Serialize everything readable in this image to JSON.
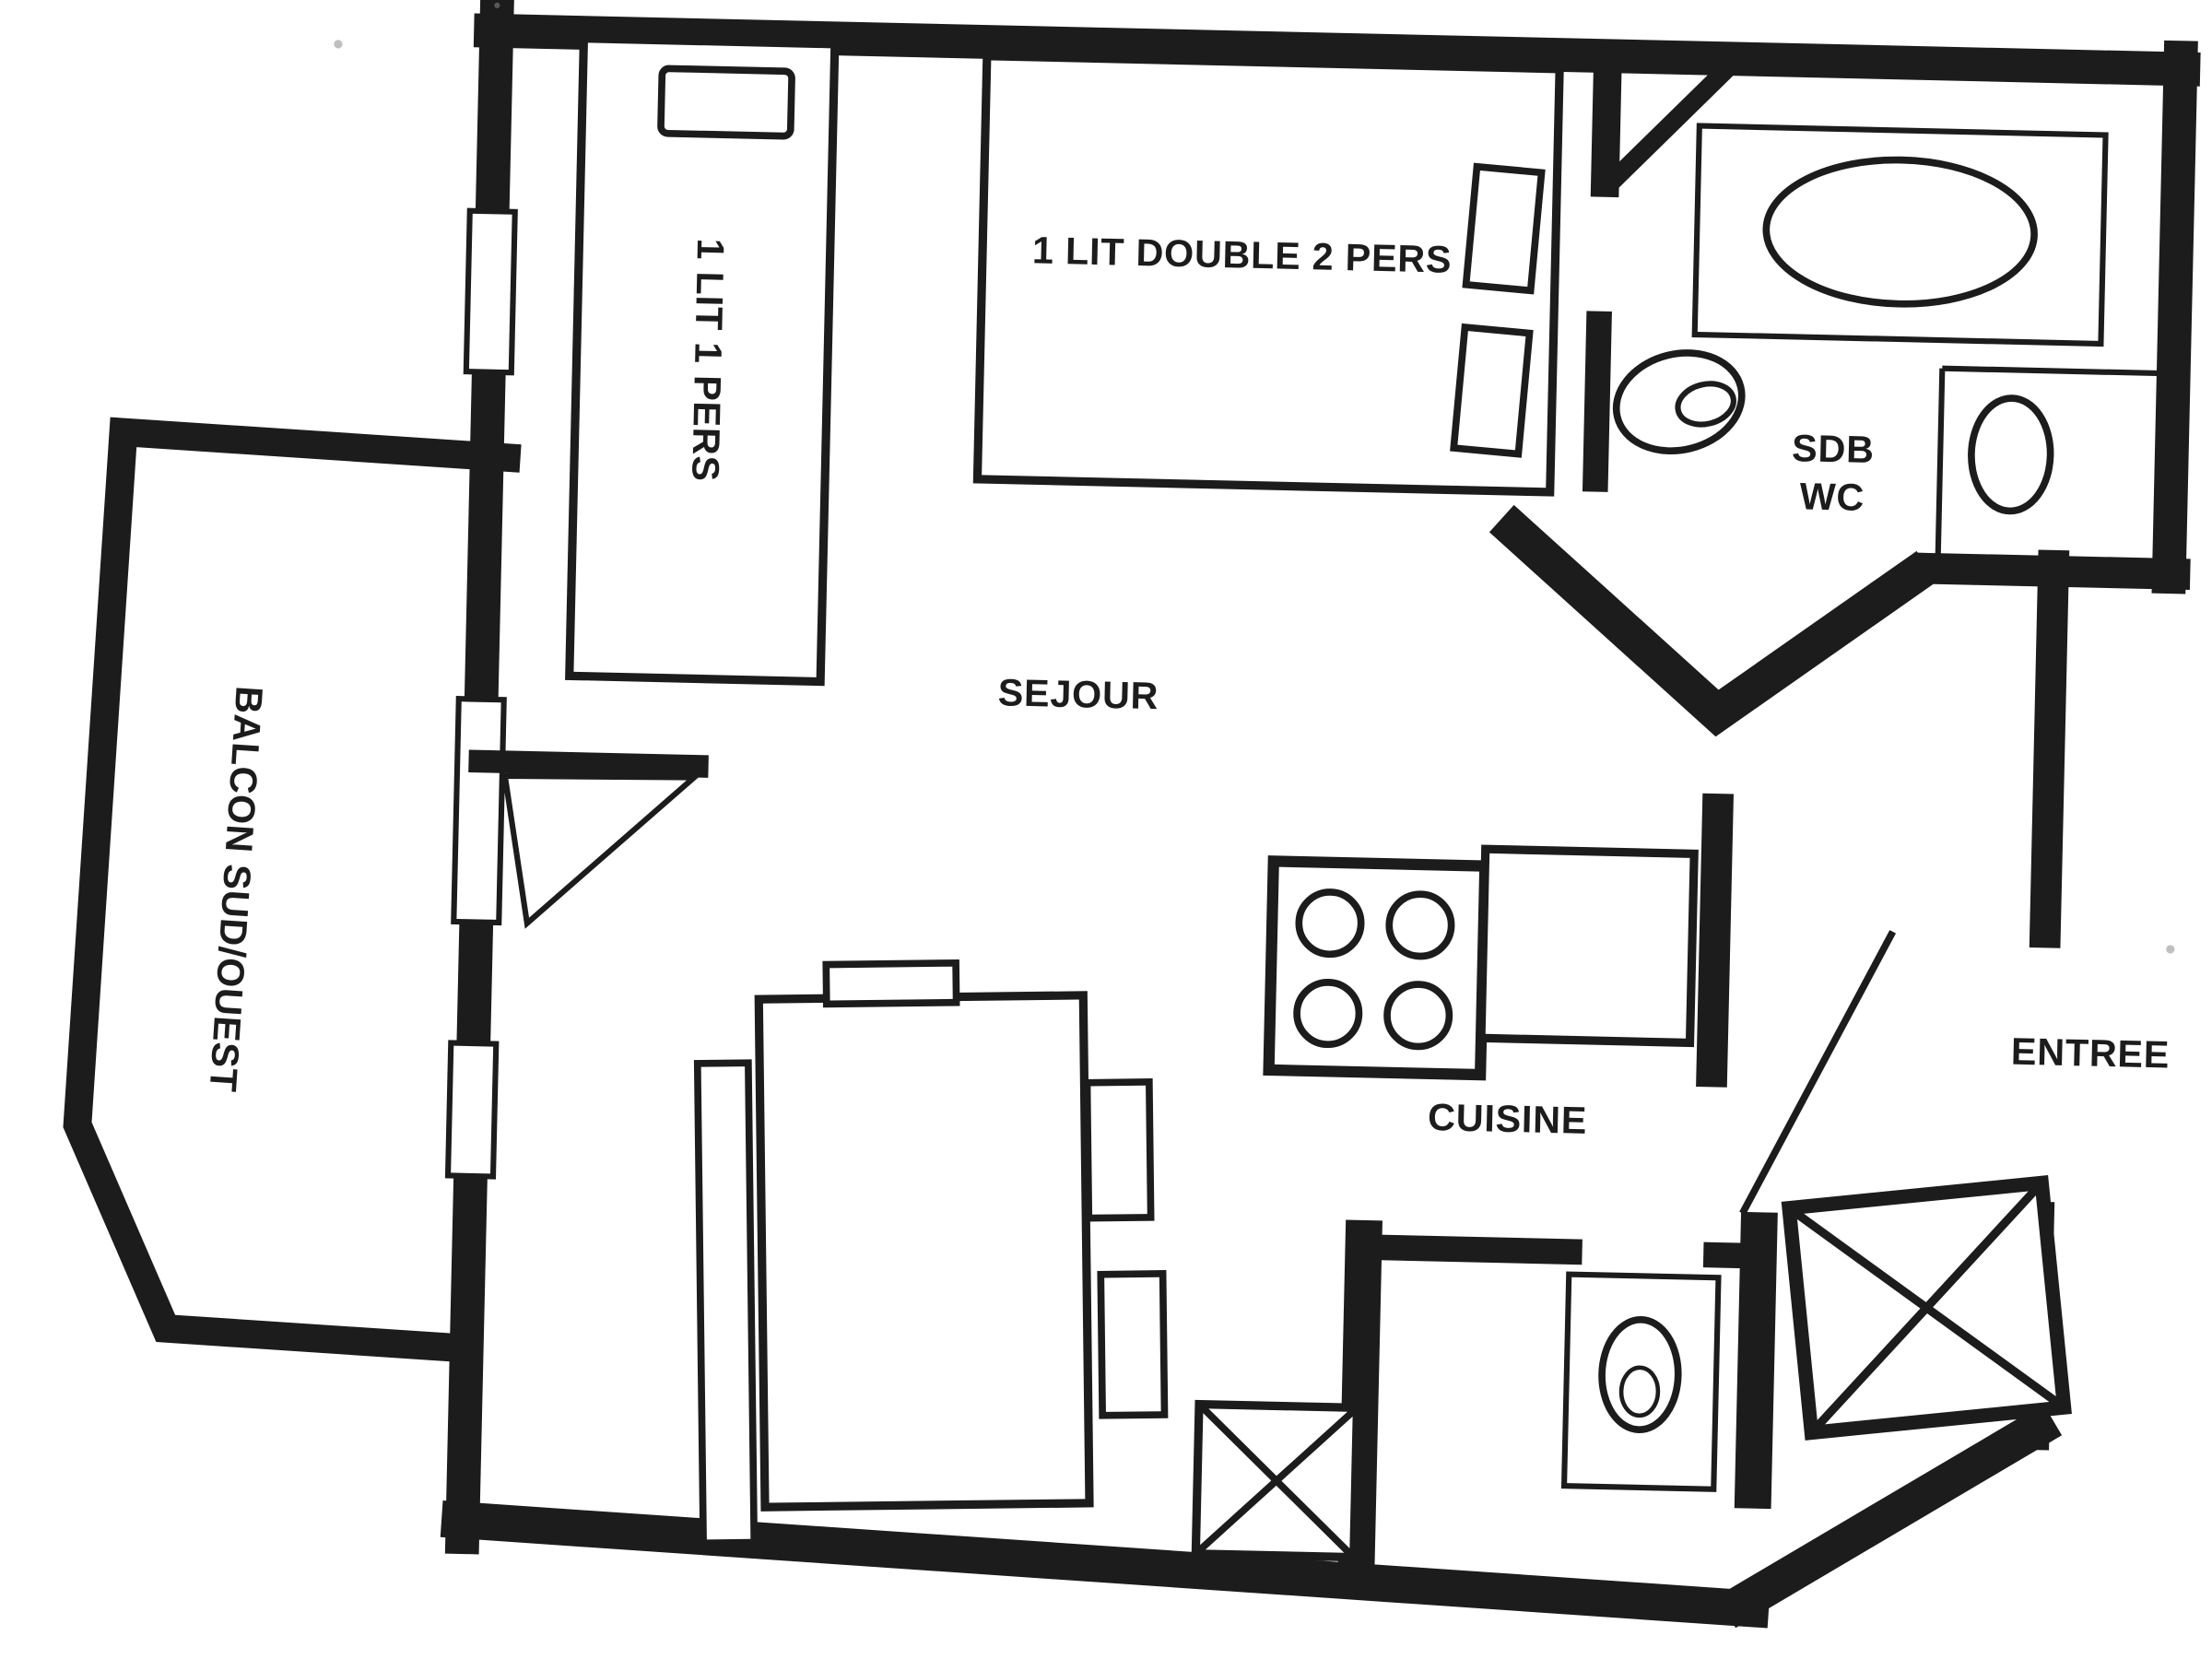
{
  "colors": {
    "ink": "#1c1c1c",
    "paper": "#ffffff"
  },
  "floor_plan": {
    "rooms": {
      "bedroom_single": {
        "label": "1 LIT 1 PERS"
      },
      "bedroom_double": {
        "label": "1 LIT DOUBLE 2 PERS"
      },
      "bathroom": {
        "label_line1": "SDB",
        "label_line2": "WC"
      },
      "living_room": {
        "label": "SEJOUR"
      },
      "kitchen": {
        "label": "CUISINE"
      },
      "balcony": {
        "label": "BALCON SUD/OUEST"
      },
      "entrance": {
        "label": "ENTREE"
      }
    },
    "furniture_icons": [
      "single-bed-icon",
      "pillow-icon",
      "double-bed-icon",
      "bathtub-icon",
      "toilet-icon",
      "washbasin-icon",
      "stove-burners-icon",
      "kitchen-counter-icon",
      "table-icon",
      "bench-icon",
      "closet-cross-icon",
      "window-icon",
      "door-swing-icon"
    ]
  }
}
